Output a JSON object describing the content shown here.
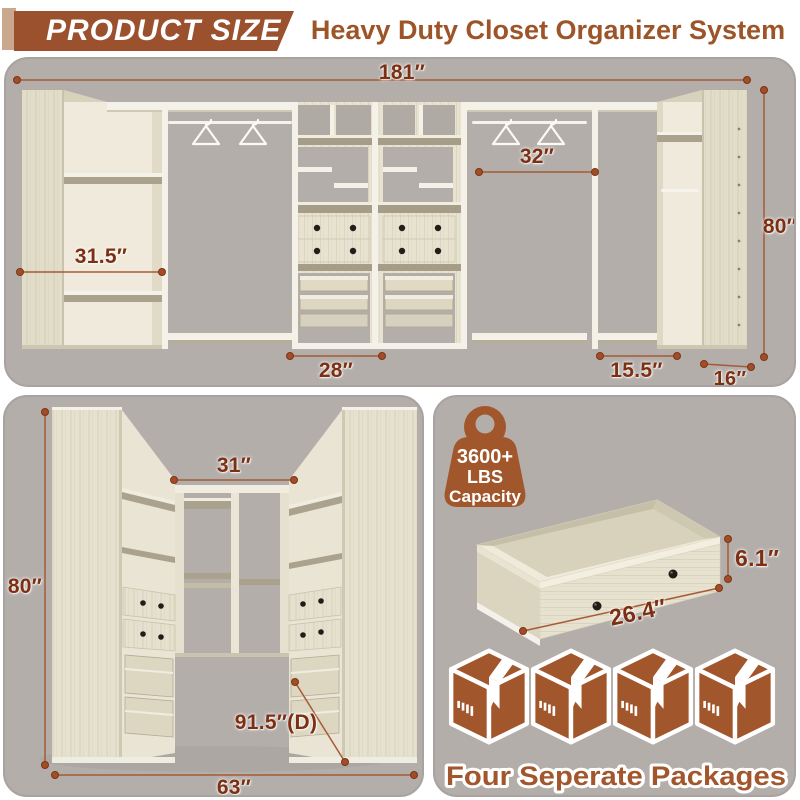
{
  "header": {
    "badge": "PRODUCT SIZE",
    "title": "Heavy Duty Closet Organizer System"
  },
  "colors": {
    "brown": "#a2562c",
    "badge_brown": "#9b512e",
    "dimension_text": "#7c2f12",
    "panel_gray": "#b3aeaa",
    "wood_light": "#e8e3d1"
  },
  "top_view": {
    "dims": {
      "width": "181″",
      "height": "80″",
      "middle_opening": "32″",
      "corner_width": "31.5″",
      "drawer_section": "28″",
      "right_opening": "15.5″",
      "right_depth": "16″"
    }
  },
  "u_view": {
    "dims": {
      "back_width": "31″",
      "height": "80″",
      "diagonal": "91.5″(D)",
      "front_width": "63″"
    }
  },
  "drawer_view": {
    "capacity": [
      "3600+",
      "LBS",
      "Capacity"
    ],
    "dims": {
      "height": "6.1″",
      "width": "26.4″"
    }
  },
  "packages": {
    "label": "Four Seperate Packages",
    "count": 4
  }
}
